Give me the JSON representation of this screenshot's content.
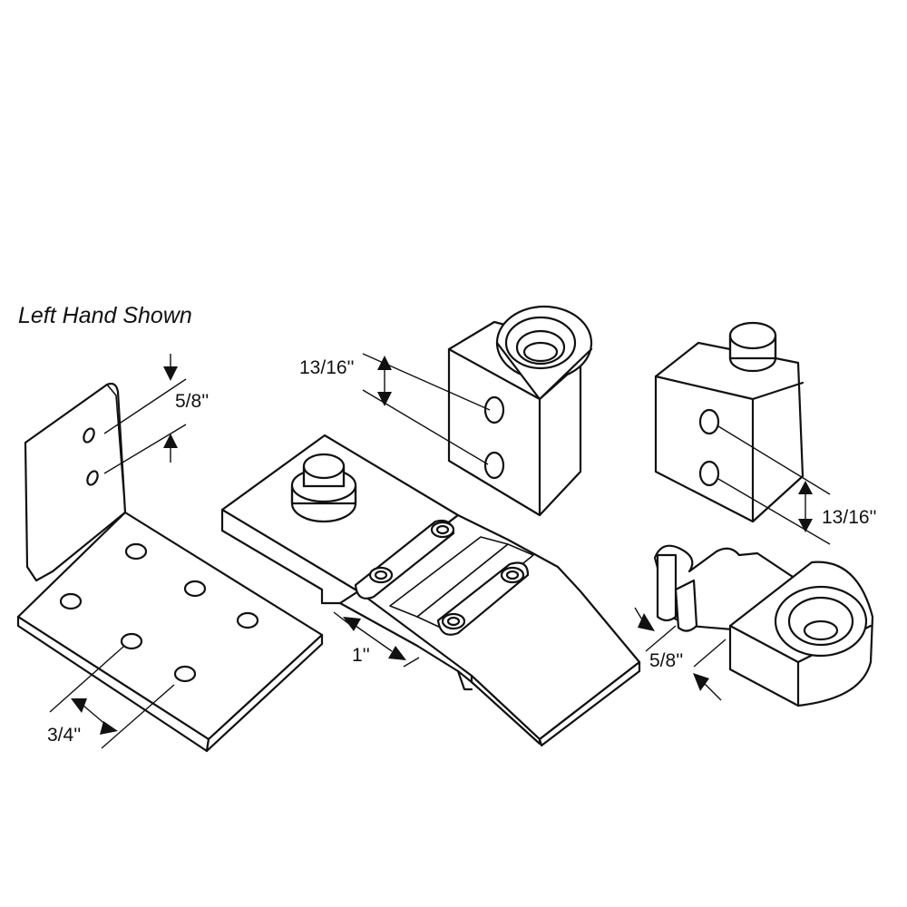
{
  "diagram": {
    "note": "Left Hand Shown",
    "dimensions": {
      "plate_hole_spacing": "5/8''",
      "plate_hole_offset": "3/4''",
      "slot_width": "1''",
      "block_hole_spacing_left": "13/16''",
      "block_hole_spacing_right": "13/16''",
      "pin_width": "5/8''"
    }
  },
  "colors": {
    "line": "#111111",
    "background": "#ffffff"
  }
}
